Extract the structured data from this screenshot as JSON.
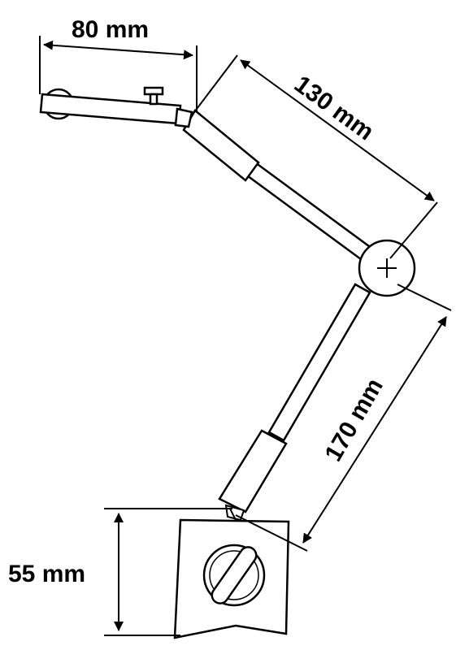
{
  "dimensions": {
    "holder_length": "80 mm",
    "upper_arm_length": "130 mm",
    "lower_arm_length": "170 mm",
    "base_height": "55 mm"
  },
  "colors": {
    "line": "#000000",
    "background": "#ffffff"
  }
}
